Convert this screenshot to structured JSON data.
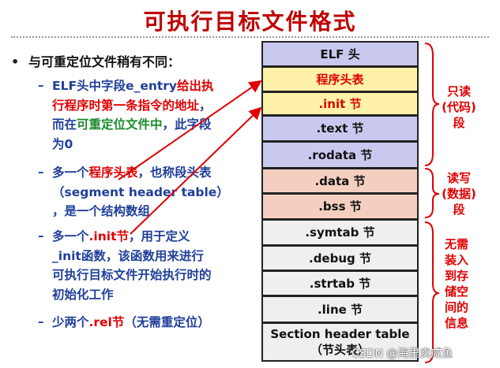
{
  "title": "可执行目标文件格式",
  "left": {
    "main_bullet": "与可重定位文件稍有不同：",
    "items": [
      {
        "lines": [
          [
            {
              "t": "ELF头中字段e_entry",
              "c": "blu"
            },
            {
              "t": "给出执",
              "c": "red"
            }
          ],
          [
            {
              "t": "行程序时第一条指令的地址",
              "c": "red"
            },
            {
              "t": "，",
              "c": "blu"
            }
          ],
          [
            {
              "t": "而在",
              "c": "blu"
            },
            {
              "t": "可重定位文件中",
              "c": "grn"
            },
            {
              "t": "，此字段",
              "c": "blu"
            }
          ],
          [
            {
              "t": "为0",
              "c": "blu"
            }
          ]
        ]
      },
      {
        "lines": [
          [
            {
              "t": "多一个",
              "c": "blu"
            },
            {
              "t": "程序头表",
              "c": "red"
            },
            {
              "t": "，也称段头表",
              "c": "blu"
            }
          ],
          [
            {
              "t": "（segment header table）",
              "c": "blu"
            }
          ],
          [
            {
              "t": "，是一个结构数组",
              "c": "blu"
            }
          ]
        ]
      },
      {
        "lines": [
          [
            {
              "t": "多一个",
              "c": "blu"
            },
            {
              "t": ".init节",
              "c": "red"
            },
            {
              "t": "，用于定义",
              "c": "blu"
            }
          ],
          [
            {
              "t": "_init函数，该函数用来进行",
              "c": "blu"
            }
          ],
          [
            {
              "t": "可执行目标文件开始执行时的",
              "c": "blu"
            }
          ],
          [
            {
              "t": "初始化工作",
              "c": "blu"
            }
          ]
        ]
      },
      {
        "lines": [
          [
            {
              "t": "少两个",
              "c": "blu"
            },
            {
              "t": ".rel节",
              "c": "red"
            },
            {
              "t": "（无需重定位）",
              "c": "blu"
            }
          ]
        ]
      }
    ]
  },
  "sections": [
    {
      "label": "ELF 头",
      "color": "#c9c9f0",
      "text": "#111"
    },
    {
      "label": "程序头表",
      "color": "#fff2a8",
      "text": "#e00000"
    },
    {
      "label": ".init 节",
      "color": "#fff2a8",
      "text": "#e00000"
    },
    {
      "label": ".text 节",
      "color": "#c9c9f0",
      "text": "#111"
    },
    {
      "label": ".rodata 节",
      "color": "#c9c9f0",
      "text": "#111"
    },
    {
      "label": ".data 节",
      "color": "#f4cfc0",
      "text": "#111"
    },
    {
      "label": ".bss 节",
      "color": "#f4cfc0",
      "text": "#111"
    },
    {
      "label": ".symtab 节",
      "color": "#efefef",
      "text": "#111"
    },
    {
      "label": ".debug 节",
      "color": "#efefef",
      "text": "#111"
    },
    {
      "label": ".strtab 节",
      "color": "#efefef",
      "text": "#111"
    },
    {
      "label": ".line 节",
      "color": "#efefef",
      "text": "#111"
    },
    {
      "label": "Section header table\n（节头表）",
      "color": "#efefef",
      "text": "#111"
    }
  ],
  "braces": [
    {
      "lines": [
        "只读",
        "(代码)",
        "段"
      ]
    },
    {
      "lines": [
        "读写",
        "(数据)",
        "段"
      ]
    },
    {
      "lines": [
        "无需",
        "装入",
        "到存",
        "储空",
        "间的",
        "信息"
      ]
    }
  ],
  "watermark": "CSDN @海里卖咸鱼",
  "colors": {
    "accent_red": "#e00000",
    "title_red": "#c00000",
    "blue": "#1f3f99",
    "green": "#1a8a2a"
  }
}
